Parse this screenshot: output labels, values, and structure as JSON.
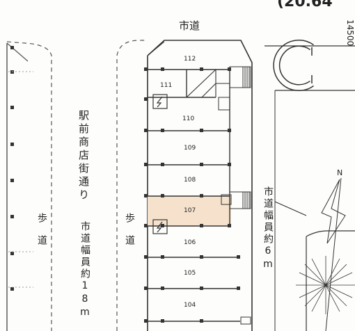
{
  "top_road": "市道",
  "top_right_fragment": "(20.64",
  "edge_fragment": "14500",
  "west_street": "駅前商店街通り",
  "west_street_width": "市道幅員約18m",
  "sidewalk_left": "歩道",
  "sidewalk_right": "歩道",
  "east_road": "市道幅員約6m",
  "compass_north": "N",
  "brand_letter": "C",
  "units": [
    "112",
    "111",
    "110",
    "109",
    "108",
    "107",
    "106",
    "105",
    "104"
  ],
  "highlighted_unit": "107",
  "colors": {
    "line": "#333333",
    "highlight": "#f6e2cc",
    "dash": "#666666"
  }
}
